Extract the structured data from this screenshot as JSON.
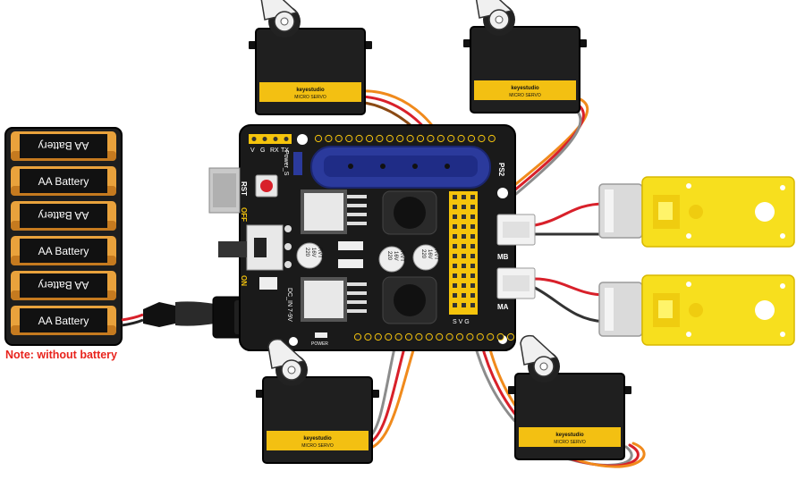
{
  "battery_pack": {
    "cells": [
      {
        "label": "AA Battery",
        "flipped": true
      },
      {
        "label": "AA Battery",
        "flipped": false
      },
      {
        "label": "AA Battery",
        "flipped": true
      },
      {
        "label": "AA Battery",
        "flipped": false
      },
      {
        "label": "AA Battery",
        "flipped": true
      },
      {
        "label": "AA Battery",
        "flipped": false
      }
    ],
    "note": "Note: without battery"
  },
  "servo": {
    "brand": "keyestudio",
    "model": "MICRO SERVO"
  },
  "board": {
    "header_pins": [
      "V",
      "G",
      "RX",
      "TX"
    ],
    "rst_label": "RST",
    "off_label": "OFF",
    "on_label": "ON",
    "power_label": "Power_S",
    "dc_in_label": "DC_IN 7-9V",
    "ps2_label": "PS2",
    "servo_header_label": "S V G",
    "power_led_label": "POWER",
    "motor_port_b": "MB",
    "motor_port_a": "MA",
    "capacitor_1": [
      "220",
      "16V",
      "RVT"
    ],
    "capacitor_2": [
      "220",
      "16V",
      "RVT"
    ],
    "capacitor_3": [
      "220",
      "16V",
      "RVT"
    ]
  },
  "colors": {
    "board": "#1a1a1a",
    "header_yellow": "#f5c40c",
    "ps2_blue": "#2b3a9c",
    "servo_body": "#1f1f1f",
    "servo_label": "#f3c012",
    "motor_yellow": "#f7df1e",
    "wire_orange": "#f08a1c",
    "wire_red": "#d8202a",
    "wire_brown": "#8a4a14",
    "wire_gray": "#8c8c8c",
    "note_red": "#e8231c"
  }
}
